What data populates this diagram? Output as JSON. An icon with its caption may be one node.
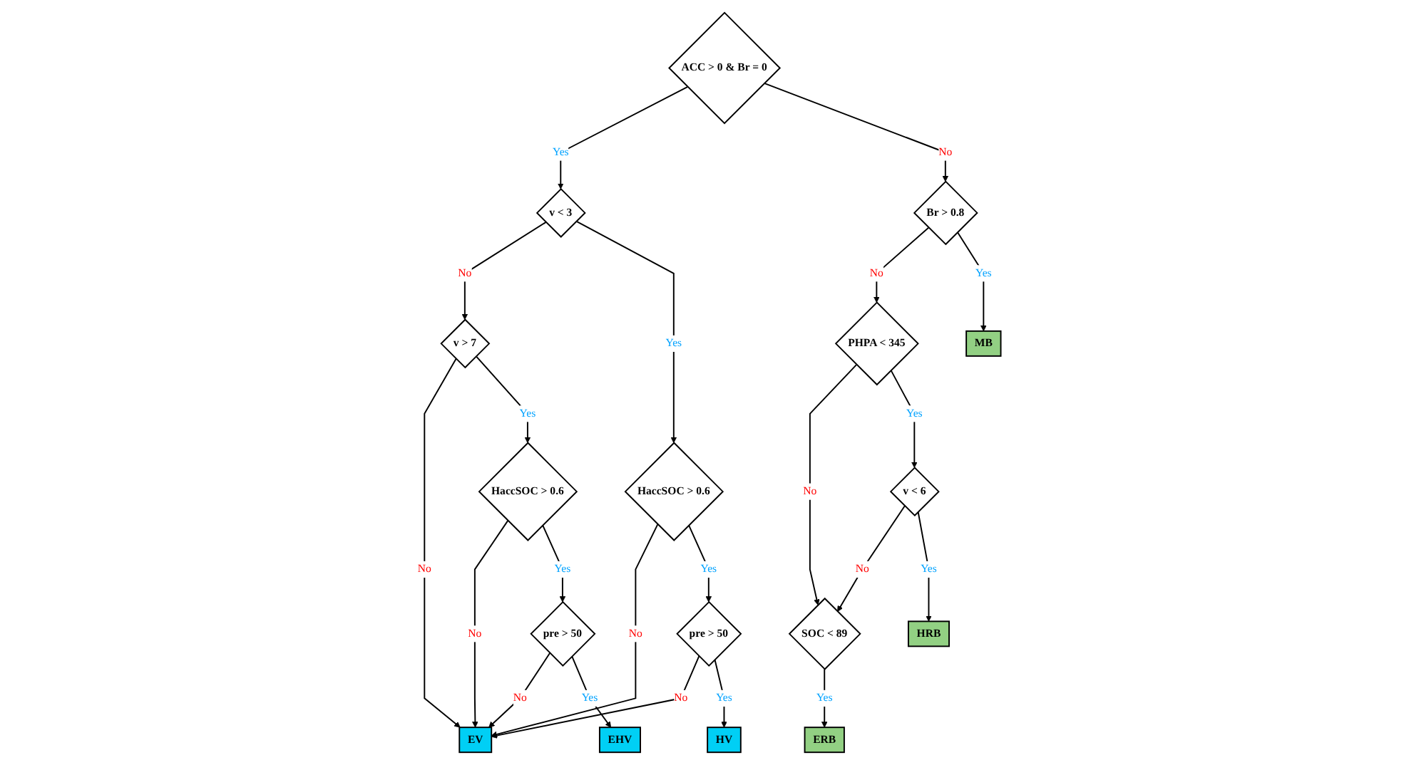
{
  "diagram": {
    "nodes": [
      {
        "text": [
          "ACC > 0 & Br = 0"
        ]
      },
      {
        "text": [
          "v < 3"
        ]
      },
      {
        "text": [
          "Br > 0.8"
        ]
      },
      {
        "text": [
          "v  > 7"
        ]
      },
      {
        "text": [
          "HaccSOC > 0.6"
        ]
      },
      {
        "text": [
          "PHPA < 345"
        ]
      },
      {
        "text": [
          "HaccSOC > 0.6"
        ]
      },
      {
        "text": [
          "pre  > 50"
        ]
      },
      {
        "text": [
          "v < 6"
        ]
      },
      {
        "text": [
          "SOC < 89"
        ]
      },
      {
        "text": [
          "pre  > 50"
        ]
      },
      {
        "text": [
          "EHV"
        ]
      },
      {
        "text": [
          "EV"
        ]
      },
      {
        "text": [
          "HV"
        ]
      },
      {
        "text": [
          "HRB"
        ]
      },
      {
        "text": [
          "ERB"
        ]
      },
      {
        "text": [
          "MB"
        ]
      }
    ],
    "edges": [
      {
        "from": 0,
        "to": 1,
        "arrow": "to",
        "label": "Yes"
      },
      {
        "from": 0,
        "to": 2,
        "arrow": "to",
        "label": "No"
      },
      {
        "from": 1,
        "to": 3,
        "arrow": "to",
        "label": "No"
      },
      {
        "from": 1,
        "to": 4,
        "arrow": "to",
        "label": "Yes"
      },
      {
        "from": 3,
        "to": 12,
        "arrow": "to",
        "label": "No"
      },
      {
        "from": 3,
        "to": 6,
        "arrow": "to",
        "label": "Yes"
      },
      {
        "from": 4,
        "to": 12,
        "arrow": "to",
        "label": "No"
      },
      {
        "from": 4,
        "to": 7,
        "arrow": "to",
        "label": "Yes"
      },
      {
        "from": 6,
        "to": 12,
        "arrow": "to",
        "label": "No"
      },
      {
        "from": 6,
        "to": 10,
        "arrow": "to",
        "label": "Yes"
      },
      {
        "from": 7,
        "to": 12,
        "arrow": "to",
        "label": "No"
      },
      {
        "from": 7,
        "to": 13,
        "arrow": "to",
        "label": "Yes"
      },
      {
        "from": 10,
        "to": 12,
        "arrow": "to",
        "label": "No"
      },
      {
        "from": 10,
        "to": 11,
        "arrow": "to",
        "label": "Yes"
      },
      {
        "from": 2,
        "to": 5,
        "arrow": "to",
        "label": "No"
      },
      {
        "from": 2,
        "to": 16,
        "arrow": "to",
        "label": "Yes"
      },
      {
        "from": 5,
        "to": 9,
        "arrow": "to",
        "label": "No"
      },
      {
        "from": 5,
        "to": 8,
        "arrow": "to",
        "label": "Yes"
      },
      {
        "from": 8,
        "to": 9,
        "arrow": "to",
        "label": "No"
      },
      {
        "from": 8,
        "to": 14,
        "arrow": "to",
        "label": "Yes"
      },
      {
        "from": 9,
        "to": 15,
        "arrow": "to",
        "label": "Yes"
      }
    ]
  }
}
